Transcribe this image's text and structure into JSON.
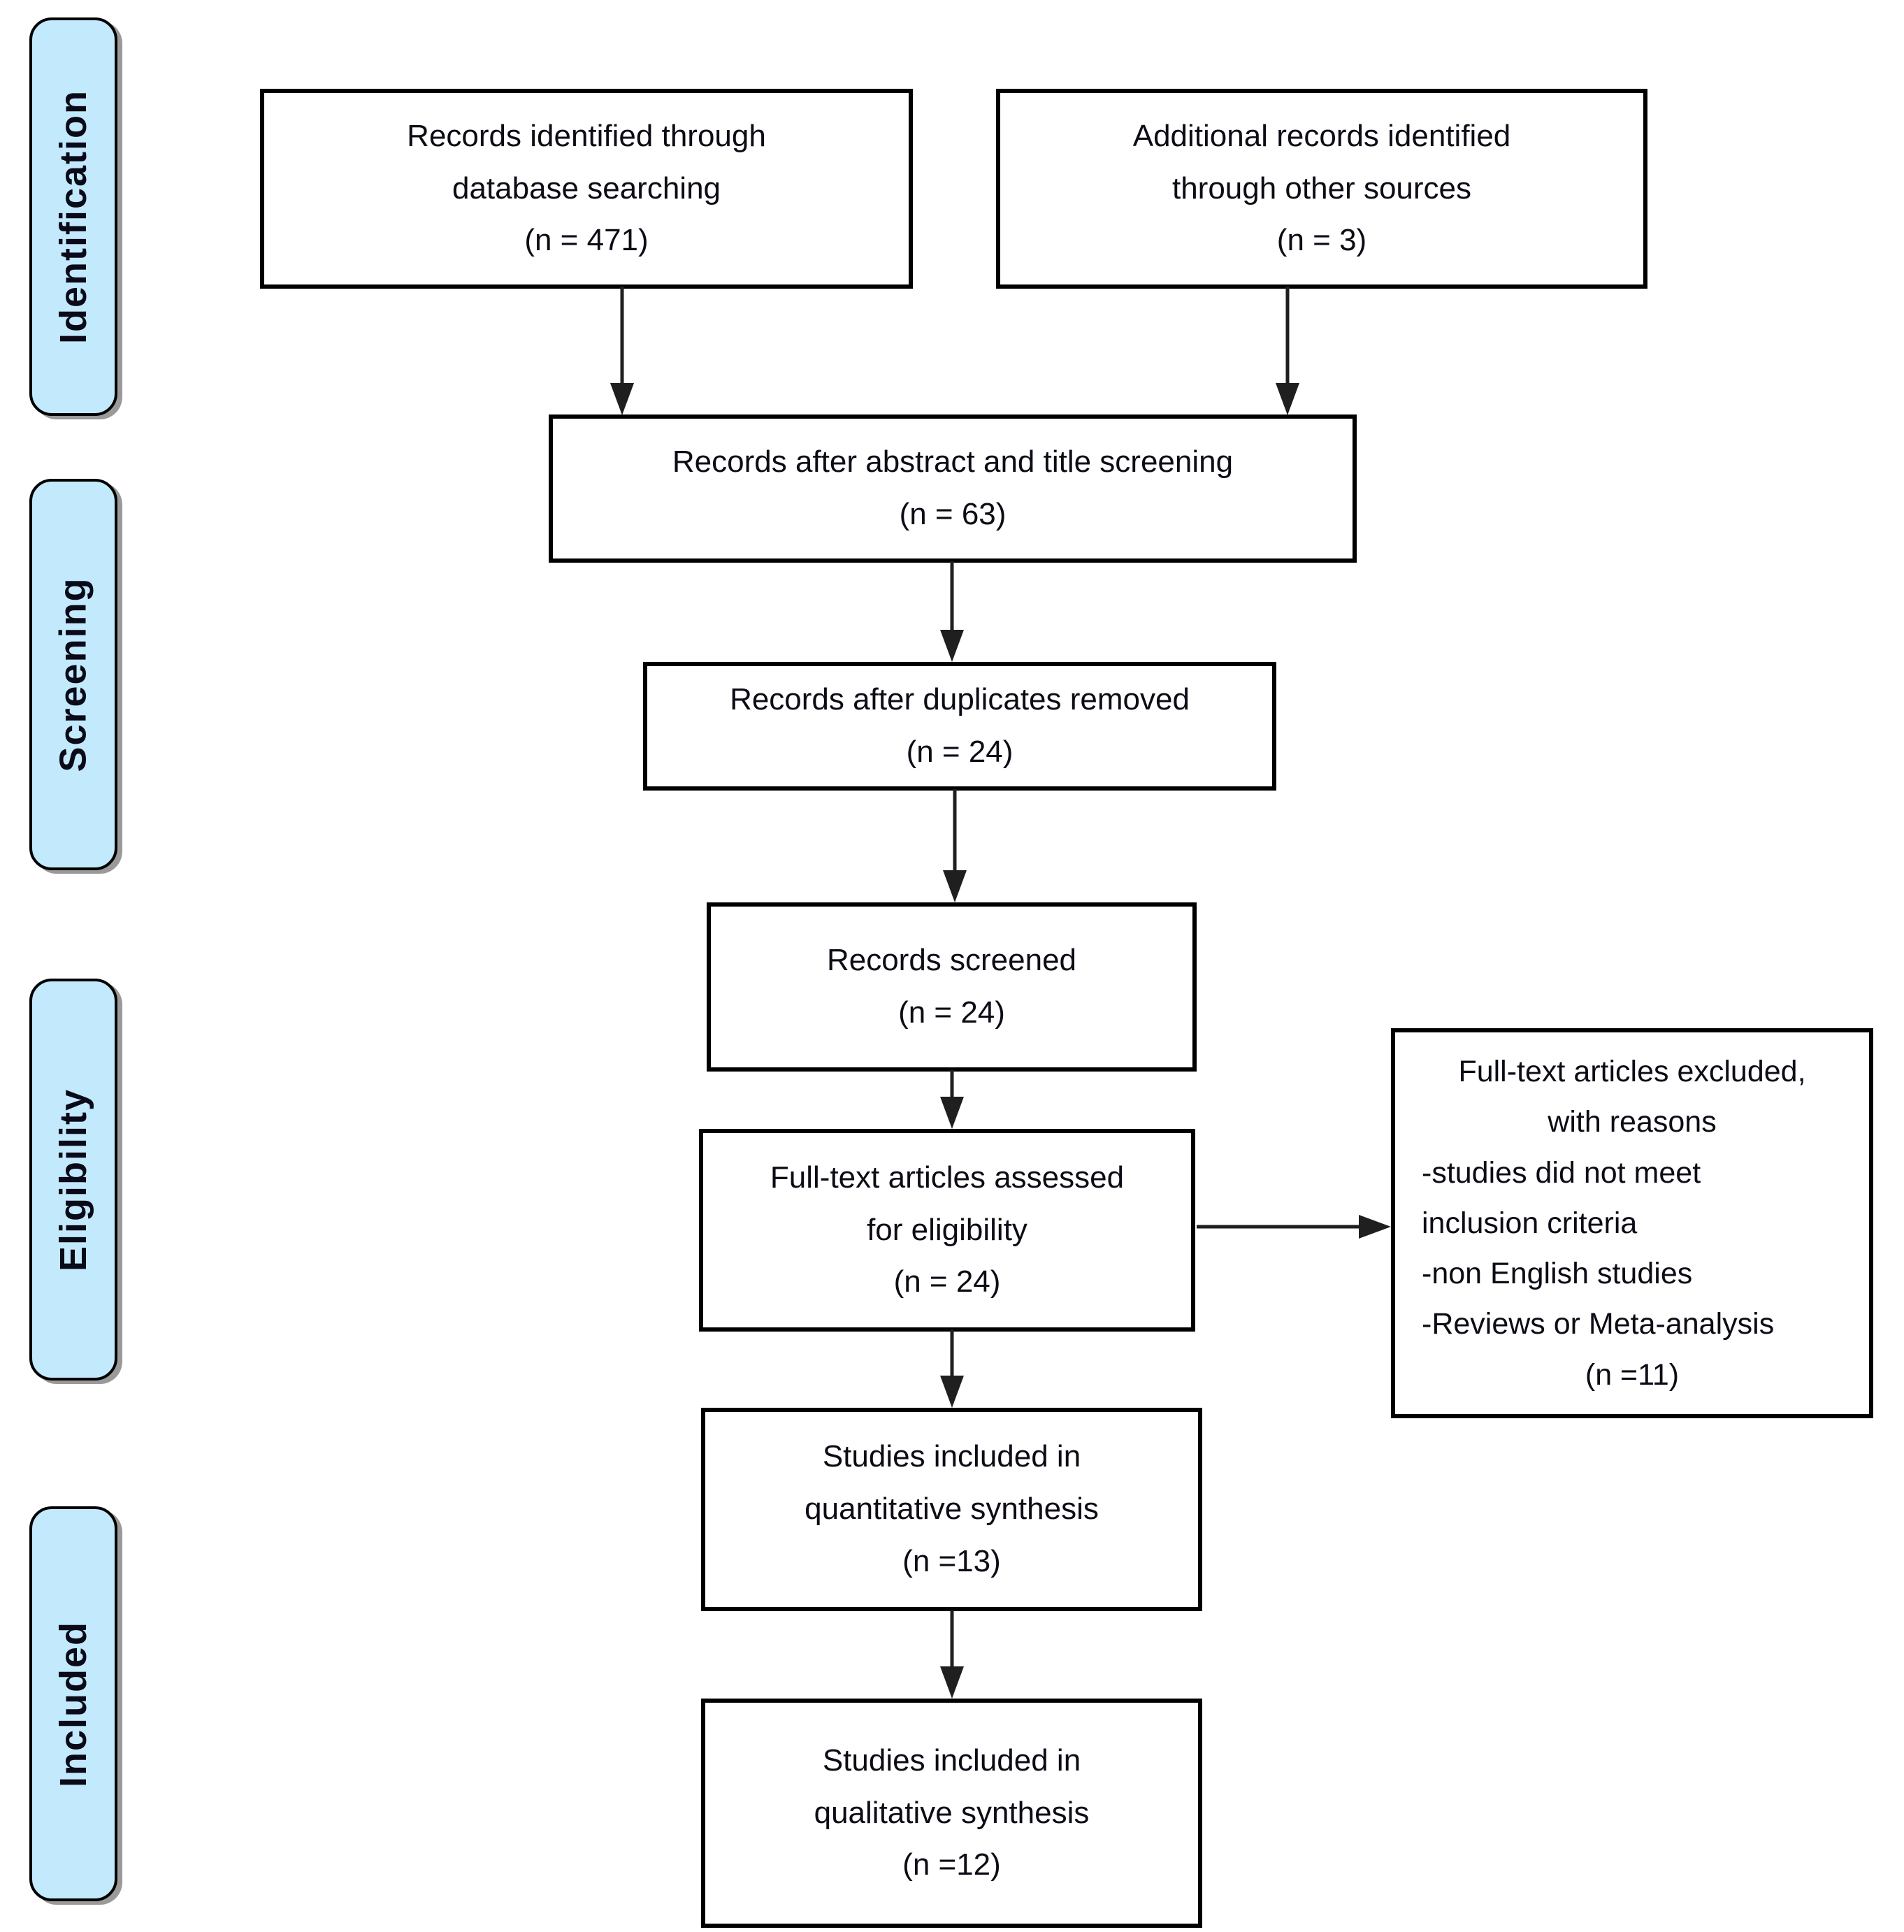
{
  "stages": [
    {
      "label": "Identification"
    },
    {
      "label": "Screening"
    },
    {
      "label": "Eligibility"
    },
    {
      "label": "Included"
    }
  ],
  "boxes": {
    "identified": {
      "lines": [
        "Records identified through",
        "database searching",
        "(n = 471)"
      ]
    },
    "additional": {
      "lines": [
        "Additional records identified",
        "through other sources",
        "(n = 3)"
      ]
    },
    "abstract_title": {
      "lines": [
        "Records after abstract and title screening",
        "(n = 63)"
      ]
    },
    "duplicates": {
      "lines": [
        "Records after duplicates removed",
        "(n = 24)"
      ]
    },
    "screened": {
      "lines": [
        "Records screened",
        "(n = 24)"
      ]
    },
    "fulltext": {
      "lines": [
        "Full-text articles assessed",
        "for eligibility",
        "(n = 24)"
      ]
    },
    "excluded": {
      "lines": [
        "Full-text articles excluded,",
        "with reasons",
        "-studies did not meet",
        "inclusion criteria",
        "-non English studies",
        "-Reviews or Meta-analysis",
        "(n =11)"
      ]
    },
    "quantitative": {
      "lines": [
        "Studies included in",
        "quantitative synthesis",
        "(n =13)"
      ]
    },
    "qualitative": {
      "lines": [
        "Studies included in",
        "qualitative synthesis",
        "(n =12)"
      ]
    }
  },
  "colors": {
    "stage_fill": "#c2e9fc",
    "stage_border": "#000000",
    "box_fill": "#ffffff",
    "box_border": "#000000",
    "arrow": "#1f1f1f",
    "text": "#0c0c16"
  }
}
